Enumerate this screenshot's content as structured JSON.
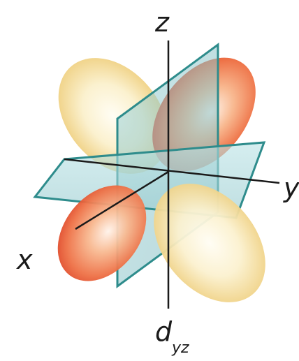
{
  "axes": {
    "z": "z",
    "y": "y",
    "x": "x"
  },
  "orbital": {
    "symbol": "d",
    "subscript": "yz"
  },
  "colors": {
    "lobe_red": "#e3462c",
    "lobe_yellow": "#f6e6b4",
    "plane": "#2e8c8c",
    "plane_fill": "#a9d8dc",
    "axis_line": "#1a1a1a"
  }
}
